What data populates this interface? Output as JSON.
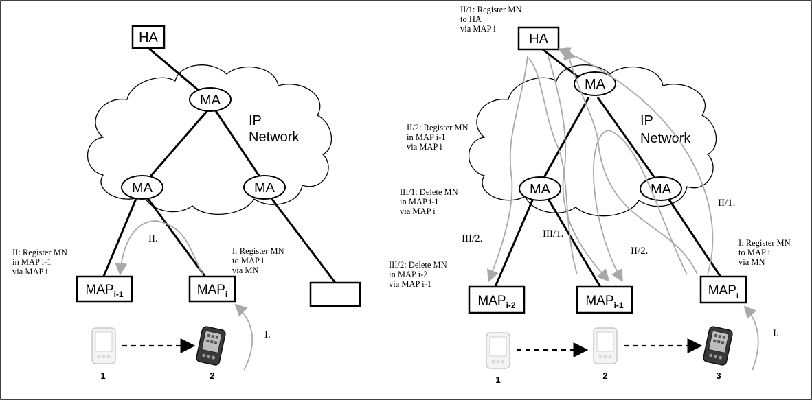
{
  "left": {
    "ha": "HA",
    "ma_top": "MA",
    "ma_left": "MA",
    "ma_right": "MA",
    "network_ip": "IP",
    "network_word": "Network",
    "map_prev": {
      "main": "MAP",
      "sub": "i-1"
    },
    "map_cur": {
      "main": "MAP",
      "sub": "i"
    },
    "step_II": "II.",
    "step_I": "I.",
    "ann_II": [
      "II: Register MN",
      "in MAP i-1",
      "via MAP i"
    ],
    "ann_I": [
      "I: Register MN",
      "to MAP i",
      "via MN"
    ],
    "device_1": "1",
    "device_2": "2"
  },
  "right": {
    "ha": "HA",
    "ma_top": "MA",
    "ma_left": "MA",
    "ma_right": "MA",
    "network_ip": "IP",
    "network_word": "Network",
    "map_prev2": {
      "main": "MAP",
      "sub": "i-2"
    },
    "map_prev": {
      "main": "MAP",
      "sub": "i-1"
    },
    "map_cur": {
      "main": "MAP",
      "sub": "i"
    },
    "step_III1": "III/1.",
    "step_III2": "III/2.",
    "step_II1": "II/1.",
    "step_II2": "II/2.",
    "step_I": "I.",
    "ann_II1": [
      "II/1: Register MN",
      "to HA",
      "via MAP i"
    ],
    "ann_II2": [
      "II/2: Register MN",
      "in MAP i-1",
      "via MAP i"
    ],
    "ann_III1": [
      "III/1: Delete MN",
      "in MAP i-1",
      "via MAP i"
    ],
    "ann_III2": [
      "III/2: Delete MN",
      "in MAP i-2",
      "via MAP i-1"
    ],
    "ann_I": [
      "I: Register MN",
      "to MAP i",
      "via MN"
    ],
    "device_1": "1",
    "device_2": "2",
    "device_3": "3"
  }
}
